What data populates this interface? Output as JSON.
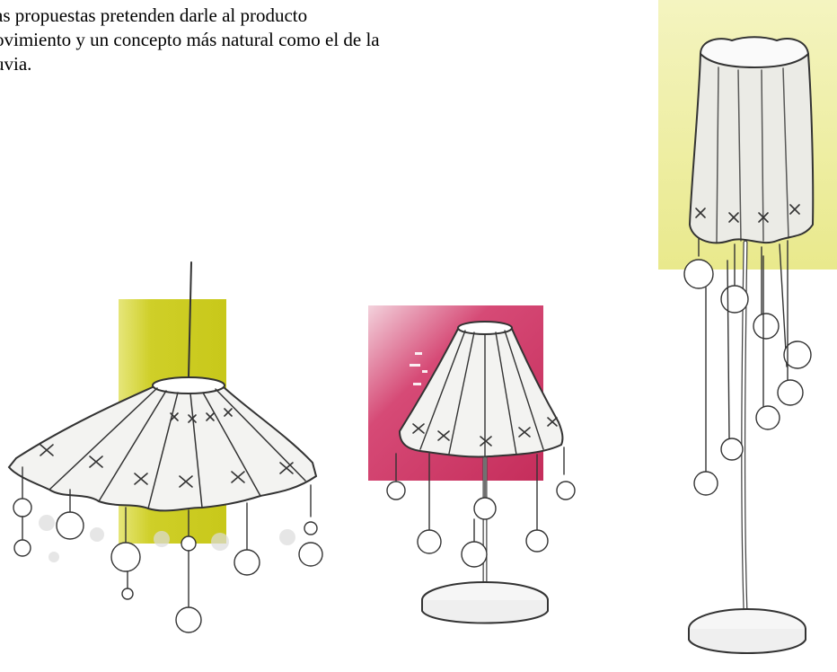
{
  "page": {
    "text_lines": [
      "as propuestas pretenden darle al producto",
      "ovimiento y un concepto más natural como el de la",
      "uvia."
    ]
  },
  "illustrations": [
    {
      "name": "hanging-pendant-lamp",
      "accent": "#cccc1e"
    },
    {
      "name": "table-lamp",
      "accent": "#c8305e"
    },
    {
      "name": "floor-lamp",
      "accent": "#ecec92"
    }
  ]
}
